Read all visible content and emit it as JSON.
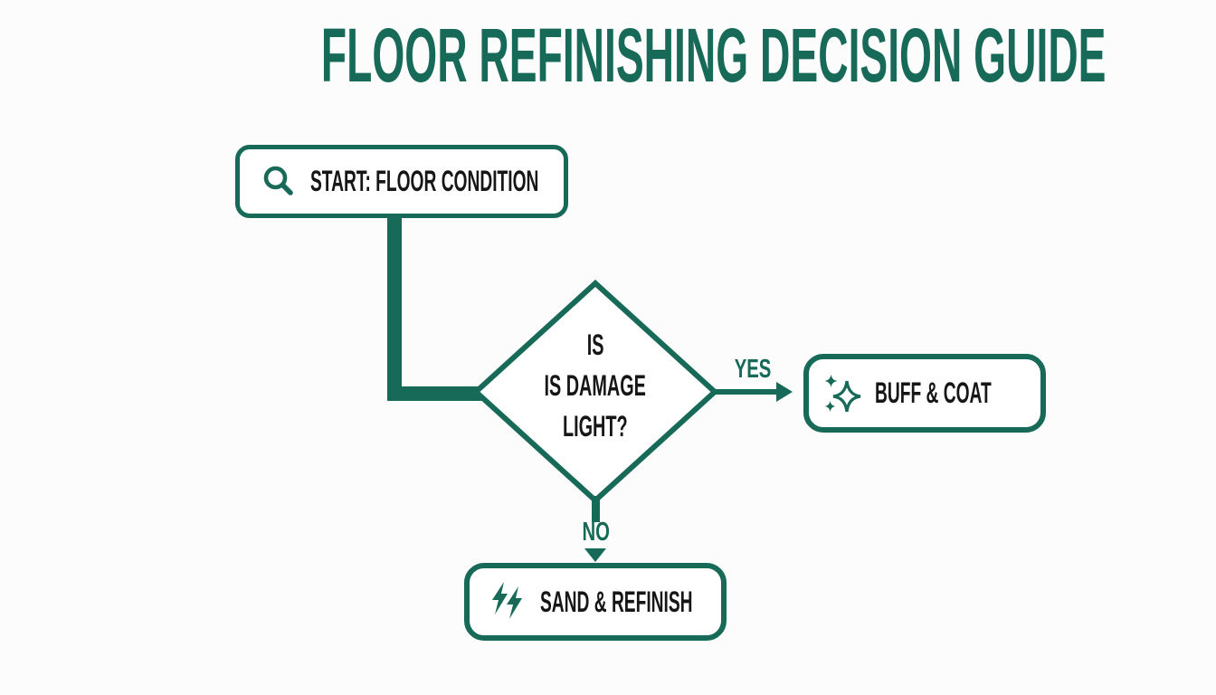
{
  "title": "FLOOR REFINISHING DECISION GUIDE",
  "colors": {
    "accent": "#186A58",
    "text": "#161616",
    "background": "#FCFCFC",
    "node_fill": "#FFFFFF"
  },
  "flow": {
    "start": {
      "label": "START: FLOOR CONDITION",
      "icon": "magnifier-icon"
    },
    "decision": {
      "lines": [
        "IS",
        "IS DAMAGE",
        "LIGHT?"
      ]
    },
    "yes_label": "YES",
    "no_label": "NO",
    "buff": {
      "label": "BUFF & COAT",
      "icon": "sparkles-icon"
    },
    "sand": {
      "label": "SAND & REFINISH",
      "icon": "lightning-bolts-icon"
    }
  }
}
